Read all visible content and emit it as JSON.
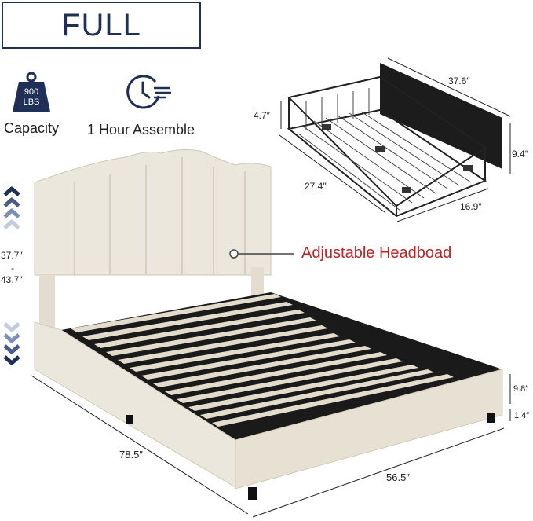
{
  "size_label": "FULL",
  "features": {
    "capacity": {
      "icon": "weight-icon",
      "weight_value": "900",
      "weight_unit": "LBS",
      "label": "Capacity"
    },
    "assembly": {
      "icon": "clock-speed-icon",
      "label": "1 Hour Assemble"
    }
  },
  "drawer": {
    "length": "37.6″",
    "height": "4.7″",
    "panel_height": "9.4″",
    "depth": "27.4″",
    "width": "16.9″"
  },
  "bed": {
    "headboard_callout": "Adjustable Headboad",
    "height_min": "37.7″",
    "height_sep": "-",
    "height_max": "43.7″",
    "length": "78.5″",
    "width": "56.5″",
    "side_height": "9.8″",
    "leg_height": "1.4″"
  },
  "colors": {
    "navy": "#1f2f55",
    "accent_red": "#b6262a",
    "upholstery": "#ece7dc",
    "frame_black": "#1a1a1a"
  }
}
